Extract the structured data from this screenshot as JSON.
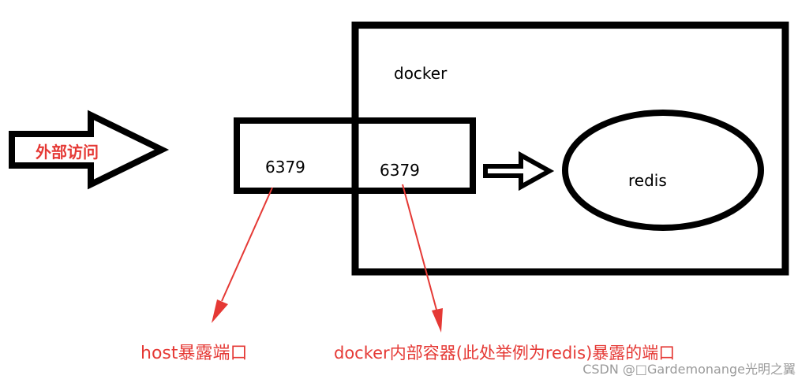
{
  "labels": {
    "docker": "docker",
    "redis": "redis",
    "host_port": "6379",
    "container_port": "6379",
    "external_access": "外部访问",
    "host_exposed_port": "host暴露端口",
    "container_exposed_port": "docker内部容器(此处举例为redis)暴露的端口"
  },
  "watermark": "CSDN @□Gardemonange光明之翼",
  "colors": {
    "outline": "#000000",
    "annotation": "#e53935",
    "watermark": "#9a9a9a",
    "background": "#ffffff"
  }
}
